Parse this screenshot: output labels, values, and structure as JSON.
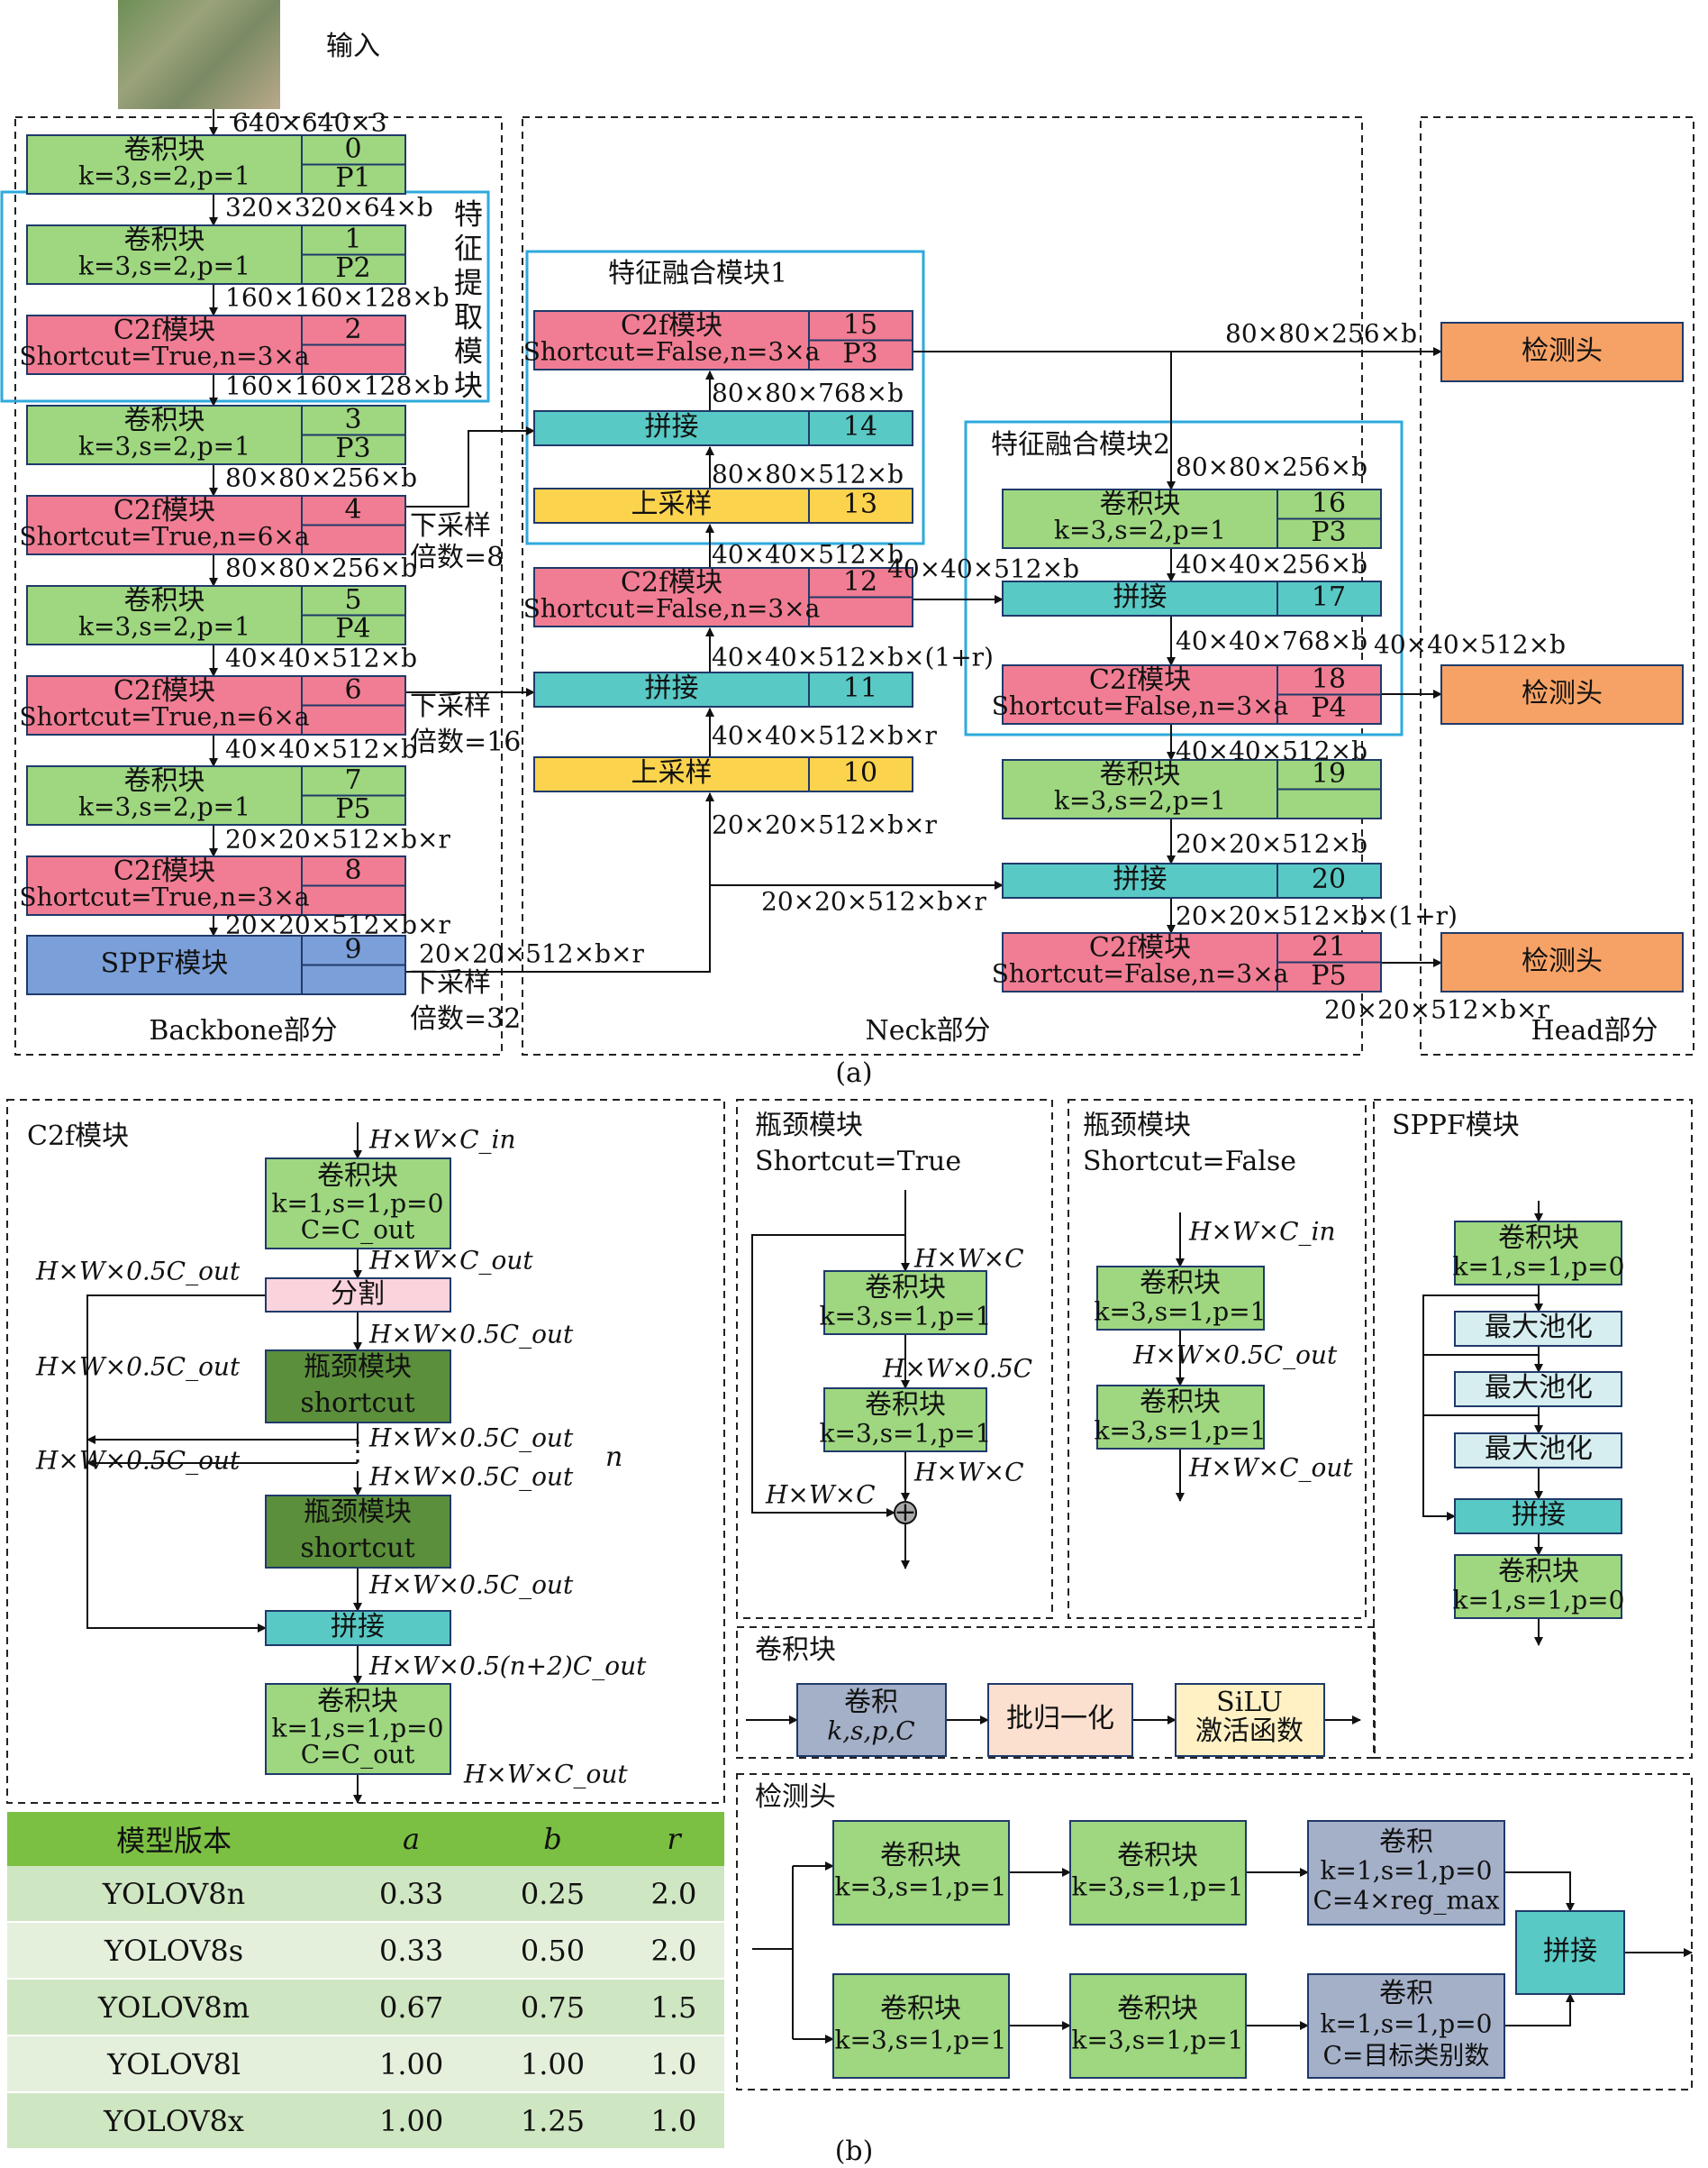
{
  "input": {
    "label": "输入",
    "dim": "640×640×3"
  },
  "sections": {
    "backbone": "Backbone部分",
    "neck": "Neck部分",
    "head": "Head部分",
    "caption_a": "(a)",
    "caption_b": "(b)"
  },
  "extract_label": "特征提取模块",
  "fusion1_title": "特征融合模块1",
  "fusion2_title": "特征融合模块2",
  "downsample": {
    "d8": "下采样倍数=8",
    "d16": "下采样倍数=16",
    "d32": "下采样倍数=32"
  },
  "blocks": [
    {
      "id": "b0",
      "title": "卷积块",
      "sub": "k=3,s=2,p=1",
      "num": "0",
      "tag": "P1",
      "color": "#9ed77f"
    },
    {
      "id": "b1",
      "title": "卷积块",
      "sub": "k=3,s=2,p=1",
      "num": "1",
      "tag": "P2",
      "color": "#9ed77f"
    },
    {
      "id": "b2",
      "title": "C2f模块",
      "sub": "Shortcut=True,n=3×a",
      "num": "2",
      "tag": "",
      "color": "#f07d93"
    },
    {
      "id": "b3",
      "title": "卷积块",
      "sub": "k=3,s=2,p=1",
      "num": "3",
      "tag": "P3",
      "color": "#9ed77f"
    },
    {
      "id": "b4",
      "title": "C2f模块",
      "sub": "Shortcut=True,n=6×a",
      "num": "4",
      "tag": "",
      "color": "#f07d93"
    },
    {
      "id": "b5",
      "title": "卷积块",
      "sub": "k=3,s=2,p=1",
      "num": "5",
      "tag": "P4",
      "color": "#9ed77f"
    },
    {
      "id": "b6",
      "title": "C2f模块",
      "sub": "Shortcut=True,n=6×a",
      "num": "6",
      "tag": "",
      "color": "#f07d93"
    },
    {
      "id": "b7",
      "title": "卷积块",
      "sub": "k=3,s=2,p=1",
      "num": "7",
      "tag": "P5",
      "color": "#9ed77f"
    },
    {
      "id": "b8",
      "title": "C2f模块",
      "sub": "Shortcut=True,n=3×a",
      "num": "8",
      "tag": "",
      "color": "#f07d93"
    },
    {
      "id": "b9",
      "title": "SPPF模块",
      "sub": "",
      "num": "9",
      "tag": "",
      "color": "#7b9fd8"
    },
    {
      "id": "b10",
      "title": "上采样",
      "sub": "",
      "num": "10",
      "tag": "",
      "color": "#fcd34d"
    },
    {
      "id": "b11",
      "title": "拼接",
      "sub": "",
      "num": "11",
      "tag": "",
      "color": "#58c9c5"
    },
    {
      "id": "b12",
      "title": "C2f模块",
      "sub": "Shortcut=False,n=3×a",
      "num": "12",
      "tag": "",
      "color": "#f07d93"
    },
    {
      "id": "b13",
      "title": "上采样",
      "sub": "",
      "num": "13",
      "tag": "",
      "color": "#fcd34d"
    },
    {
      "id": "b14",
      "title": "拼接",
      "sub": "",
      "num": "14",
      "tag": "",
      "color": "#58c9c5"
    },
    {
      "id": "b15",
      "title": "C2f模块",
      "sub": "Shortcut=False,n=3×a",
      "num": "15",
      "tag": "P3",
      "color": "#f07d93"
    },
    {
      "id": "b16",
      "title": "卷积块",
      "sub": "k=3,s=2,p=1",
      "num": "16",
      "tag": "P3",
      "color": "#9ed77f"
    },
    {
      "id": "b17",
      "title": "拼接",
      "sub": "",
      "num": "17",
      "tag": "",
      "color": "#58c9c5"
    },
    {
      "id": "b18",
      "title": "C2f模块",
      "sub": "Shortcut=False,n=3×a",
      "num": "18",
      "tag": "P4",
      "color": "#f07d93"
    },
    {
      "id": "b19",
      "title": "卷积块",
      "sub": "k=3,s=2,p=1",
      "num": "19",
      "tag": "",
      "color": "#9ed77f"
    },
    {
      "id": "b20",
      "title": "拼接",
      "sub": "",
      "num": "20",
      "tag": "",
      "color": "#58c9c5"
    },
    {
      "id": "b21",
      "title": "C2f模块",
      "sub": "Shortcut=False,n=3×a",
      "num": "21",
      "tag": "P5",
      "color": "#f07d93"
    }
  ],
  "heads": [
    "检测头",
    "检测头",
    "检测头"
  ],
  "dims": [
    "320×320×64×b",
    "160×160×128×b",
    "160×160×128×b",
    "80×80×256×b",
    "80×80×256×b",
    "40×40×512×b",
    "40×40×512×b",
    "20×20×512×b×r",
    "20×20×512×b×r",
    "20×20×512×b×r",
    "80×80×256×b",
    "80×80×768×b",
    "80×80×512×b",
    "40×40×512×b",
    "40×40×512×b",
    "40×40×512×b×(1+r)",
    "40×40×512×b×r",
    "20×20×512×b×r",
    "20×20×512×b×r",
    "80×80×256×b",
    "40×40×256×b",
    "40×40×768×b",
    "40×40×512×b",
    "40×40×512×b",
    "20×20×512×b",
    "20×20×512×b×(1+r)",
    "20×20×512×b×r"
  ],
  "c2f": {
    "title": "C2f模块",
    "conv1": [
      "卷积块",
      "k=1,s=1,p=0",
      "C=C_out"
    ],
    "split": "分割",
    "bn1": [
      "瓶颈模块",
      "shortcut"
    ],
    "bn2": [
      "瓶颈模块",
      "shortcut"
    ],
    "concat": "拼接",
    "conv2": [
      "卷积块",
      "k=1,s=1,p=0",
      "C=C_out"
    ],
    "labels": [
      "H×W×C_in",
      "H×W×C_out",
      "H×W×0.5C_out",
      "H×W×0.5C_out",
      "H×W×0.5C_out",
      "H×W×0.5C_out",
      "H×W×0.5C_out",
      "H×W×0.5C_out",
      "H×W×0.5C_out",
      "H×W×0.5(n+2)C_out",
      "H×W×C_out"
    ],
    "dots": "⋮",
    "n": "n"
  },
  "bt": {
    "title": "瓶颈模块",
    "sub": "Shortcut=True",
    "conv": [
      "卷积块",
      "k=3,s=1,p=1"
    ],
    "labels": [
      "H×W×C",
      "H×W×0.5C",
      "H×W×C",
      "H×W×C"
    ],
    "plus": "+"
  },
  "bf": {
    "title": "瓶颈模块",
    "sub": "Shortcut=False",
    "conv": [
      "卷积块",
      "k=3,s=1,p=1"
    ],
    "labels": [
      "H×W×C_in",
      "H×W×0.5C_out",
      "H×W×C_out"
    ]
  },
  "sppf": {
    "title": "SPPF模块",
    "conv": [
      "卷积块",
      "k=1,s=1,p=0"
    ],
    "pool": "最大池化",
    "concat": "拼接"
  },
  "convblock": {
    "title": "卷积块",
    "conv": [
      "卷积",
      "k,s,p,C"
    ],
    "bn": "批归一化",
    "act": [
      "SiLU",
      "激活函数"
    ]
  },
  "dethead": {
    "title": "检测头",
    "conv": [
      "卷积块",
      "k=3,s=1,p=1"
    ],
    "final1": [
      "卷积",
      "k=1,s=1,p=0",
      "C=4×reg_max"
    ],
    "final2": [
      "卷积",
      "k=1,s=1,p=0",
      "C=目标类别数"
    ],
    "concat": "拼接"
  },
  "table": {
    "headers": [
      "模型版本",
      "a",
      "b",
      "r"
    ],
    "rows": [
      [
        "YOLOV8n",
        "0.33",
        "0.25",
        "2.0"
      ],
      [
        "YOLOV8s",
        "0.33",
        "0.50",
        "2.0"
      ],
      [
        "YOLOV8m",
        "0.67",
        "0.75",
        "1.5"
      ],
      [
        "YOLOV8l",
        "1.00",
        "1.00",
        "1.0"
      ],
      [
        "YOLOV8x",
        "1.00",
        "1.25",
        "1.0"
      ]
    ]
  },
  "palette": {
    "green": "#9ed77f",
    "pink": "#f07d93",
    "teal": "#58c9c5",
    "yellow": "#fcd34d",
    "blue": "#7b9fd8",
    "orange": "#f6a266",
    "darkgreen": "#5b8f3b",
    "lightpink": "#fbd3dc",
    "slate": "#a4b0c8",
    "peach": "#fbe0cf",
    "cream": "#fff1c4",
    "paleteal": "#d7eef0",
    "cyan": "#2eaadc",
    "tablegreen": "#7bc043"
  }
}
